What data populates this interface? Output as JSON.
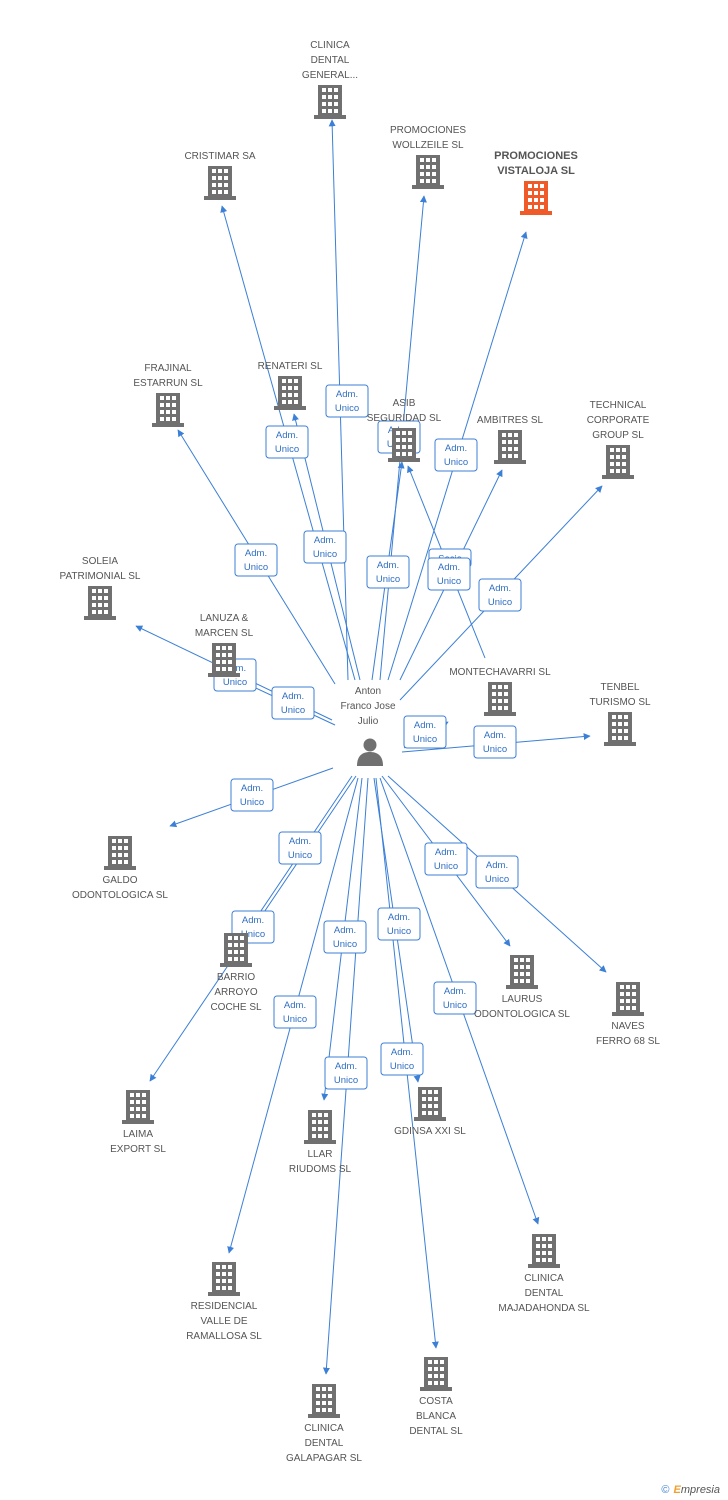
{
  "center": {
    "name_lines": [
      "Anton",
      "Franco Jose",
      "Julio"
    ],
    "icon": "person-icon"
  },
  "colors": {
    "edge": "#3b7fd6",
    "building": "#707070",
    "building_highlight": "#f05a28",
    "label": "#555555"
  },
  "companies": [
    {
      "id": "clinica-dental-general",
      "lines": [
        "CLINICA",
        "DENTAL",
        "GENERAL..."
      ],
      "highlight": false
    },
    {
      "id": "promociones-wollzeile",
      "lines": [
        "PROMOCIONES",
        "WOLLZEILE SL"
      ],
      "highlight": false
    },
    {
      "id": "promociones-vistaloja",
      "lines": [
        "PROMOCIONES",
        "VISTALOJA SL"
      ],
      "highlight": true
    },
    {
      "id": "cristimar",
      "lines": [
        "CRISTIMAR SA"
      ],
      "highlight": false
    },
    {
      "id": "frajinal-estarrun",
      "lines": [
        "FRAJINAL",
        "ESTARRUN SL"
      ],
      "highlight": false
    },
    {
      "id": "renateri",
      "lines": [
        "RENATERI SL"
      ],
      "highlight": false
    },
    {
      "id": "asib-seguridad",
      "lines": [
        "ASIB",
        "SEGURIDAD SL"
      ],
      "highlight": false
    },
    {
      "id": "ambitres",
      "lines": [
        "AMBITRES SL"
      ],
      "highlight": false
    },
    {
      "id": "technical-corporate",
      "lines": [
        "TECHNICAL",
        "CORPORATE",
        "GROUP SL"
      ],
      "highlight": false
    },
    {
      "id": "soleia-patrimonial",
      "lines": [
        "SOLEIA",
        "PATRIMONIAL SL"
      ],
      "highlight": false
    },
    {
      "id": "lanuza-marcen",
      "lines": [
        "LANUZA &",
        "MARCEN SL"
      ],
      "highlight": false
    },
    {
      "id": "montechavarri",
      "lines": [
        "MONTECHAVARRI SL"
      ],
      "highlight": false
    },
    {
      "id": "tenbel-turismo",
      "lines": [
        "TENBEL",
        "TURISMO SL"
      ],
      "highlight": false
    },
    {
      "id": "galdo-odontologica",
      "lines": [
        "GALDO",
        "ODONTOLOGICA SL"
      ],
      "highlight": false
    },
    {
      "id": "barrio-arroyo-coche",
      "lines": [
        "BARRIO",
        "ARROYO",
        "COCHE SL"
      ],
      "highlight": false
    },
    {
      "id": "laurus-odontologica",
      "lines": [
        "LAURUS",
        "ODONTOLOGICA SL"
      ],
      "highlight": false
    },
    {
      "id": "naves-ferro-68",
      "lines": [
        "NAVES",
        "FERRO 68 SL"
      ],
      "highlight": false
    },
    {
      "id": "laima-export",
      "lines": [
        "LAIMA",
        "EXPORT SL"
      ],
      "highlight": false
    },
    {
      "id": "llar-riudoms",
      "lines": [
        "LLAR",
        "RIUDOMS SL"
      ],
      "highlight": false
    },
    {
      "id": "gdinsa-xxi",
      "lines": [
        "GDINSA XXI SL"
      ],
      "highlight": false
    },
    {
      "id": "clinica-dental-majadahonda",
      "lines": [
        "CLINICA",
        "DENTAL",
        "MAJADAHONDA SL"
      ],
      "highlight": false
    },
    {
      "id": "residencial-valle-ramallosa",
      "lines": [
        "RESIDENCIAL",
        "VALLE DE",
        "RAMALLOSA SL"
      ],
      "highlight": false
    },
    {
      "id": "clinica-dental-galapagar",
      "lines": [
        "CLINICA",
        "DENTAL",
        "GALAPAGAR SL"
      ],
      "highlight": false
    },
    {
      "id": "costa-blanca-dental",
      "lines": [
        "COSTA",
        "BLANCA",
        "DENTAL SL"
      ],
      "highlight": false
    }
  ],
  "edges": [
    {
      "to": "clinica-dental-general",
      "label": [
        "Adm.",
        "Unico"
      ]
    },
    {
      "to": "promociones-wollzeile",
      "label": [
        "Adm.",
        "Unico"
      ]
    },
    {
      "to": "promociones-vistaloja",
      "label": [
        "Adm.",
        "Unico"
      ]
    },
    {
      "to": "cristimar",
      "label": [
        "Adm.",
        "Unico"
      ]
    },
    {
      "to": "frajinal-estarrun",
      "label": [
        "Adm.",
        "Unico"
      ]
    },
    {
      "to": "renateri",
      "label": [
        "Adm.",
        "Unico"
      ]
    },
    {
      "to": "asib-seguridad",
      "label": [
        "Adm.",
        "Unico"
      ]
    },
    {
      "to": "asib-seguridad",
      "label": [
        "Socio"
      ]
    },
    {
      "to": "ambitres",
      "label": [
        "Adm.",
        "Unico"
      ]
    },
    {
      "to": "technical-corporate",
      "label": [
        "Adm.",
        "Unico"
      ]
    },
    {
      "to": "soleia-patrimonial",
      "label": [
        "Adm.",
        "Unico"
      ]
    },
    {
      "to": "lanuza-marcen",
      "label": [
        "Adm.",
        "Unico"
      ]
    },
    {
      "to": "montechavarri",
      "label": [
        "Adm.",
        "Unico"
      ]
    },
    {
      "to": "tenbel-turismo",
      "label": [
        "Adm.",
        "Unico"
      ]
    },
    {
      "to": "galdo-odontologica",
      "label": [
        "Adm.",
        "Unico"
      ]
    },
    {
      "to": "barrio-arroyo-coche",
      "label": [
        "Adm.",
        "Unico"
      ]
    },
    {
      "to": "laima-export",
      "label": [
        "Adm.",
        "Unico"
      ]
    },
    {
      "to": "laurus-odontologica",
      "label": [
        "Adm.",
        "Unico"
      ]
    },
    {
      "to": "naves-ferro-68",
      "label": [
        "Adm.",
        "Unico"
      ]
    },
    {
      "to": "llar-riudoms",
      "label": [
        "Adm.",
        "Unico"
      ]
    },
    {
      "to": "gdinsa-xxi",
      "label": [
        "Adm.",
        "Unico"
      ]
    },
    {
      "to": "clinica-dental-majadahonda",
      "label": [
        "Adm.",
        "Unico"
      ]
    },
    {
      "to": "residencial-valle-ramallosa",
      "label": [
        "Adm.",
        "Unico"
      ]
    },
    {
      "to": "clinica-dental-galapagar",
      "label": [
        "Adm.",
        "Unico"
      ]
    },
    {
      "to": "costa-blanca-dental",
      "label": [
        "Adm.",
        "Unico"
      ]
    }
  ],
  "footer": {
    "copyright": "©",
    "brand_first": "E",
    "brand_rest": "mpresia"
  }
}
